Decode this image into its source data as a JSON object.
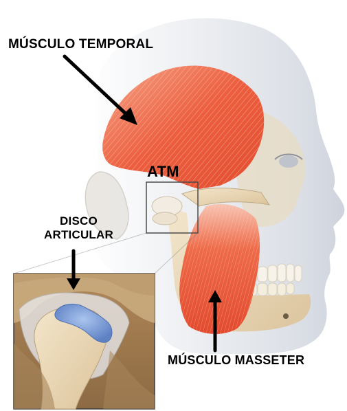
{
  "labels": {
    "temporal": "MÚSCULO TEMPORAL",
    "atm": "ATM",
    "disco_line1": "DISCO",
    "disco_line2": "ARTICULAR",
    "masseter": "MÚSCULO MASSETER"
  },
  "colors": {
    "muscle": "#e8553a",
    "muscle_light": "#f6a48a",
    "skin": "#f1ede6",
    "bone": "#e8d6b4",
    "disc": "#7d9fd8",
    "text": "#000000"
  }
}
